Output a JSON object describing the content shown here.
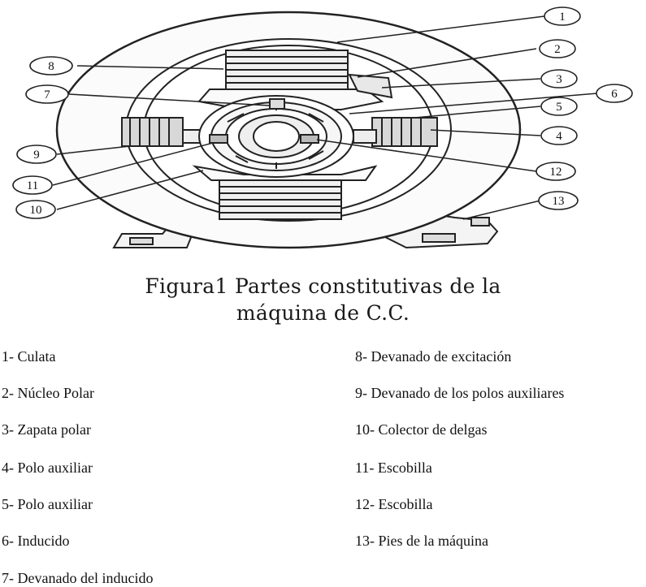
{
  "figure": {
    "callouts": [
      "1",
      "2",
      "3",
      "4",
      "5",
      "6",
      "7",
      "8",
      "9",
      "10",
      "11",
      "12",
      "13"
    ]
  },
  "caption": {
    "line1": "Figura1 Partes constitutivas de la",
    "line2": "máquina de C.C."
  },
  "legend": {
    "left": [
      "1- Culata",
      "2- Núcleo Polar",
      "3- Zapata polar",
      "4- Polo auxiliar",
      "5- Polo auxiliar",
      "6- Inducido",
      "7- Devanado del inducido"
    ],
    "right": [
      "8- Devanado de excitación",
      "9- Devanado de los polos auxiliares",
      "10- Colector de delgas",
      "11- Escobilla",
      "12- Escobilla",
      "13- Pies de la máquina"
    ]
  }
}
